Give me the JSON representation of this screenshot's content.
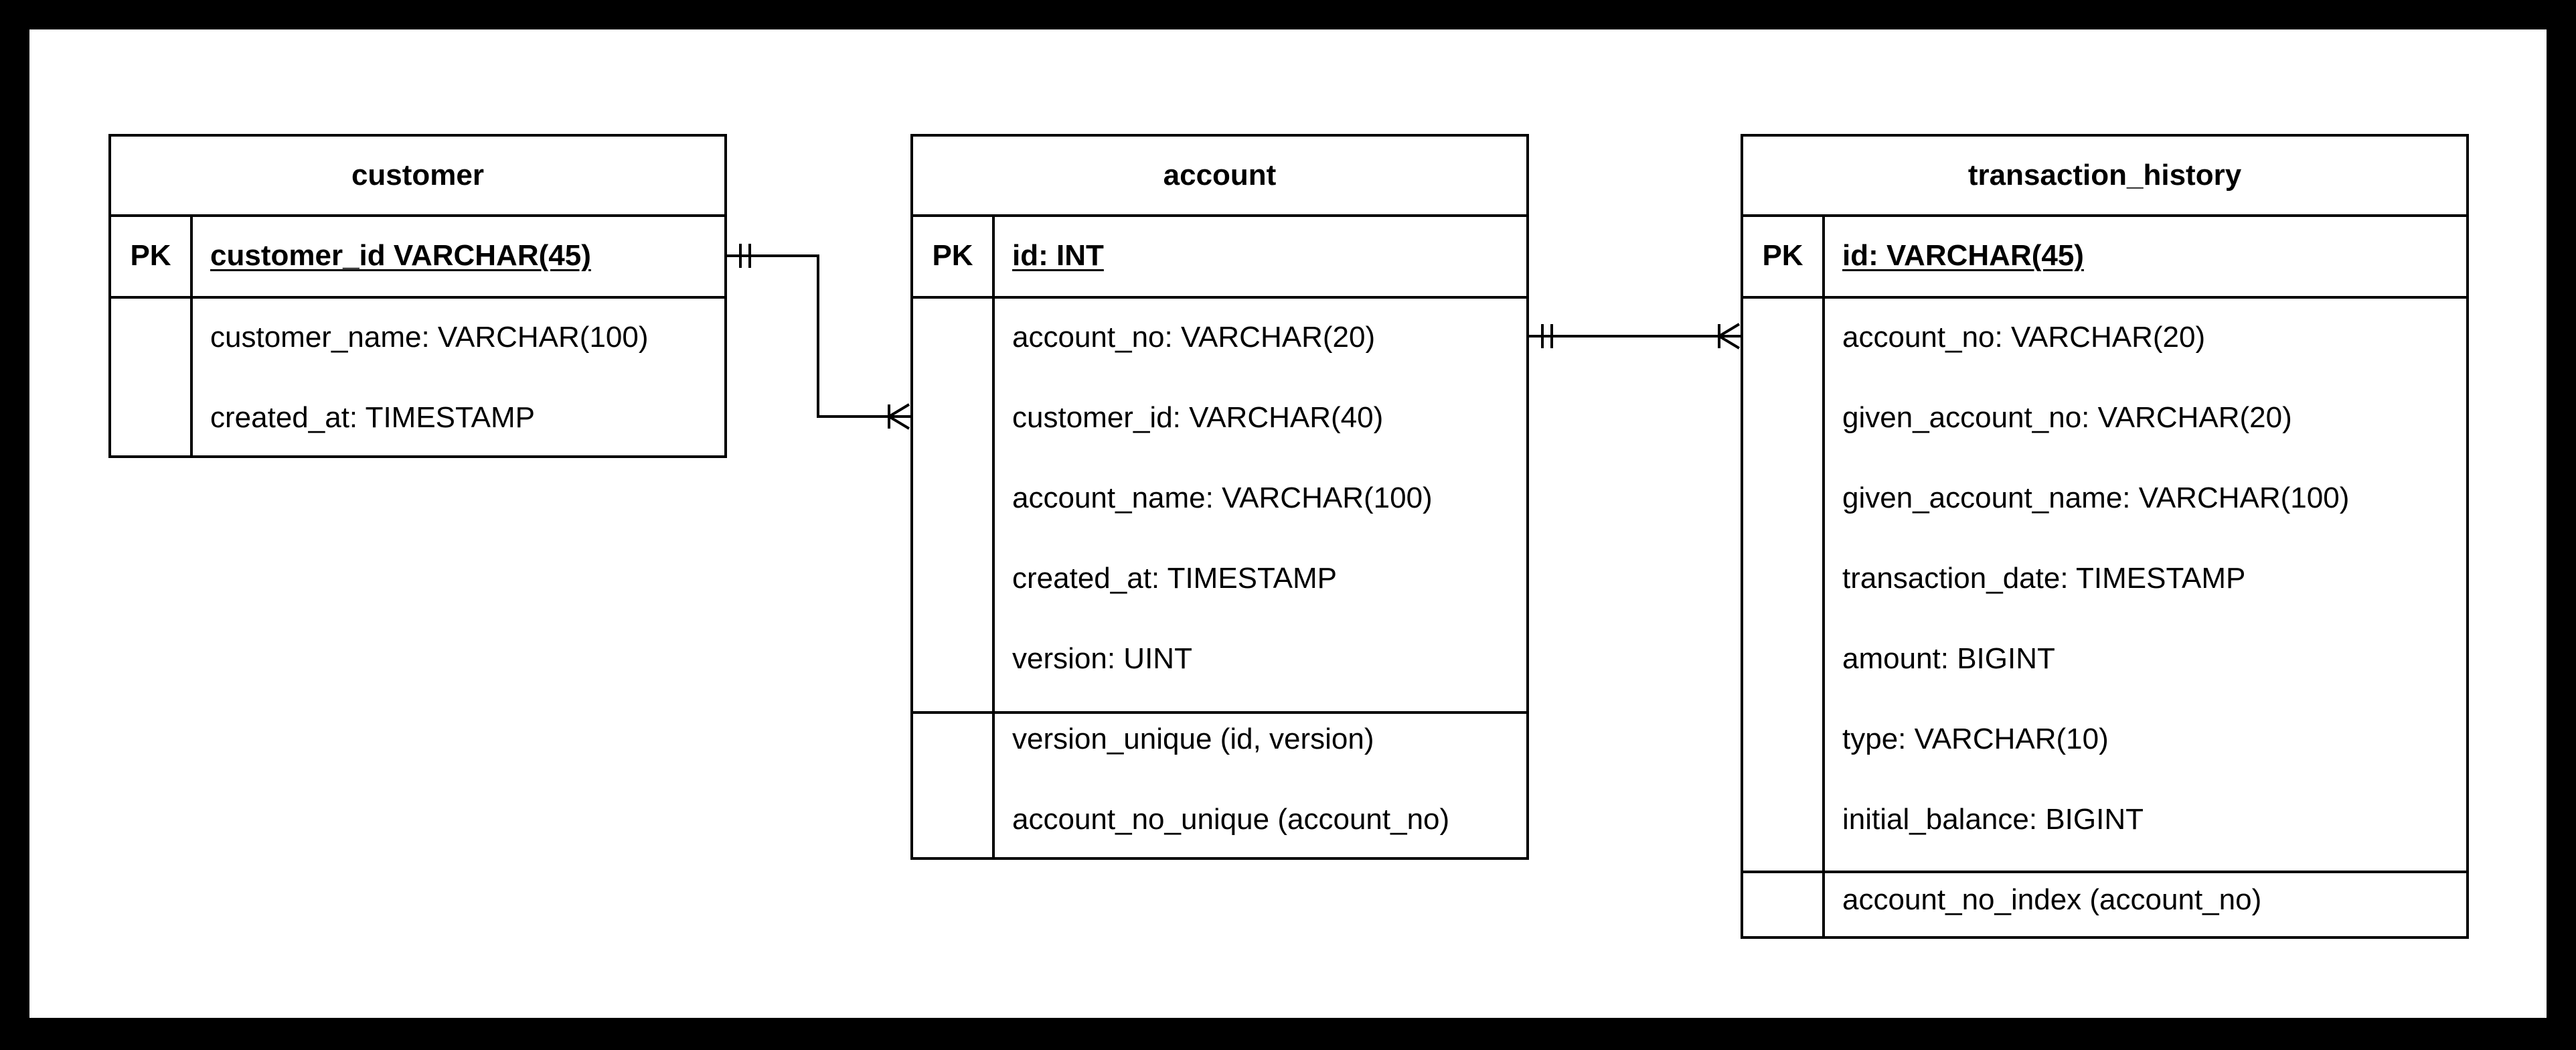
{
  "entities": {
    "customer": {
      "title": "customer",
      "pk_label": "PK",
      "key": "customer_id VARCHAR(45)",
      "fields": [
        "customer_name: VARCHAR(100)",
        "created_at: TIMESTAMP"
      ]
    },
    "account": {
      "title": "account",
      "pk_label": "PK",
      "key": "id: INT",
      "fields": [
        "account_no: VARCHAR(20)",
        "customer_id: VARCHAR(40)",
        "account_name: VARCHAR(100)",
        "created_at: TIMESTAMP",
        "version: UINT"
      ],
      "indexes": [
        "version_unique (id, version)",
        "account_no_unique (account_no)"
      ]
    },
    "transaction_history": {
      "title": "transaction_history",
      "pk_label": "PK",
      "key": "id: VARCHAR(45)",
      "fields": [
        "account_no: VARCHAR(20)",
        "given_account_no: VARCHAR(20)",
        "given_account_name: VARCHAR(100)",
        "transaction_date: TIMESTAMP",
        "amount: BIGINT",
        "type: VARCHAR(10)",
        "initial_balance: BIGINT"
      ],
      "indexes": [
        "account_no_index (account_no)"
      ]
    }
  },
  "relationships": [
    {
      "from": "customer",
      "to": "account",
      "from_cardinality": "one-and-only-one",
      "to_cardinality": "one-or-many"
    },
    {
      "from": "account",
      "to": "transaction_history",
      "from_cardinality": "one-and-only-one",
      "to_cardinality": "one-or-many"
    }
  ]
}
